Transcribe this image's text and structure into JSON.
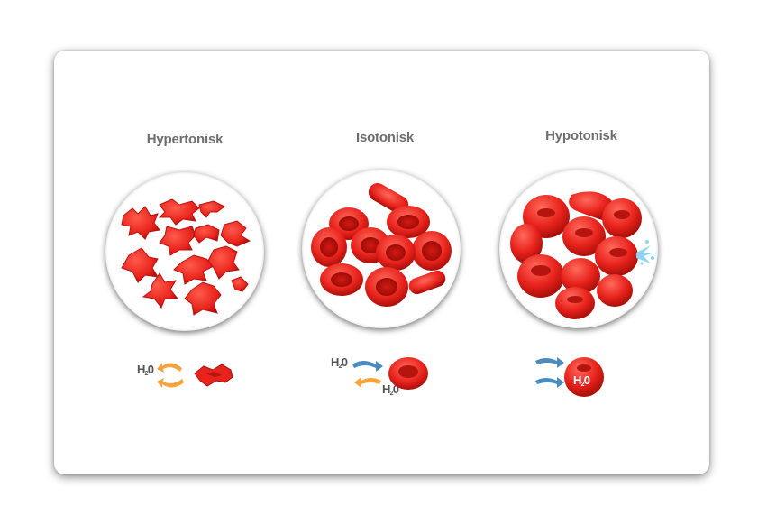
{
  "panels": [
    {
      "id": "hypertonic",
      "title": "Hypertonisk",
      "legend": {
        "label_main": "H",
        "label_sub": "2",
        "label_end": "0"
      }
    },
    {
      "id": "isotonic",
      "title": "Isotonisk",
      "legend": {
        "in_label_main": "H",
        "in_label_sub": "2",
        "in_label_end": "0",
        "out_label_main": "H",
        "out_label_sub": "2",
        "out_label_end": "0"
      }
    },
    {
      "id": "hypotonic",
      "title": "Hypotonisk",
      "legend": {
        "label_main": "H",
        "label_sub": "2",
        "label_end": "0"
      }
    }
  ],
  "colors": {
    "cell_red": "#e8231c",
    "cell_dark": "#b5140f",
    "cell_light": "#ff6a5c",
    "arrow_orange": "#f5a33a",
    "arrow_blue": "#4b8cc0",
    "water_splash": "#8fd4ef"
  }
}
